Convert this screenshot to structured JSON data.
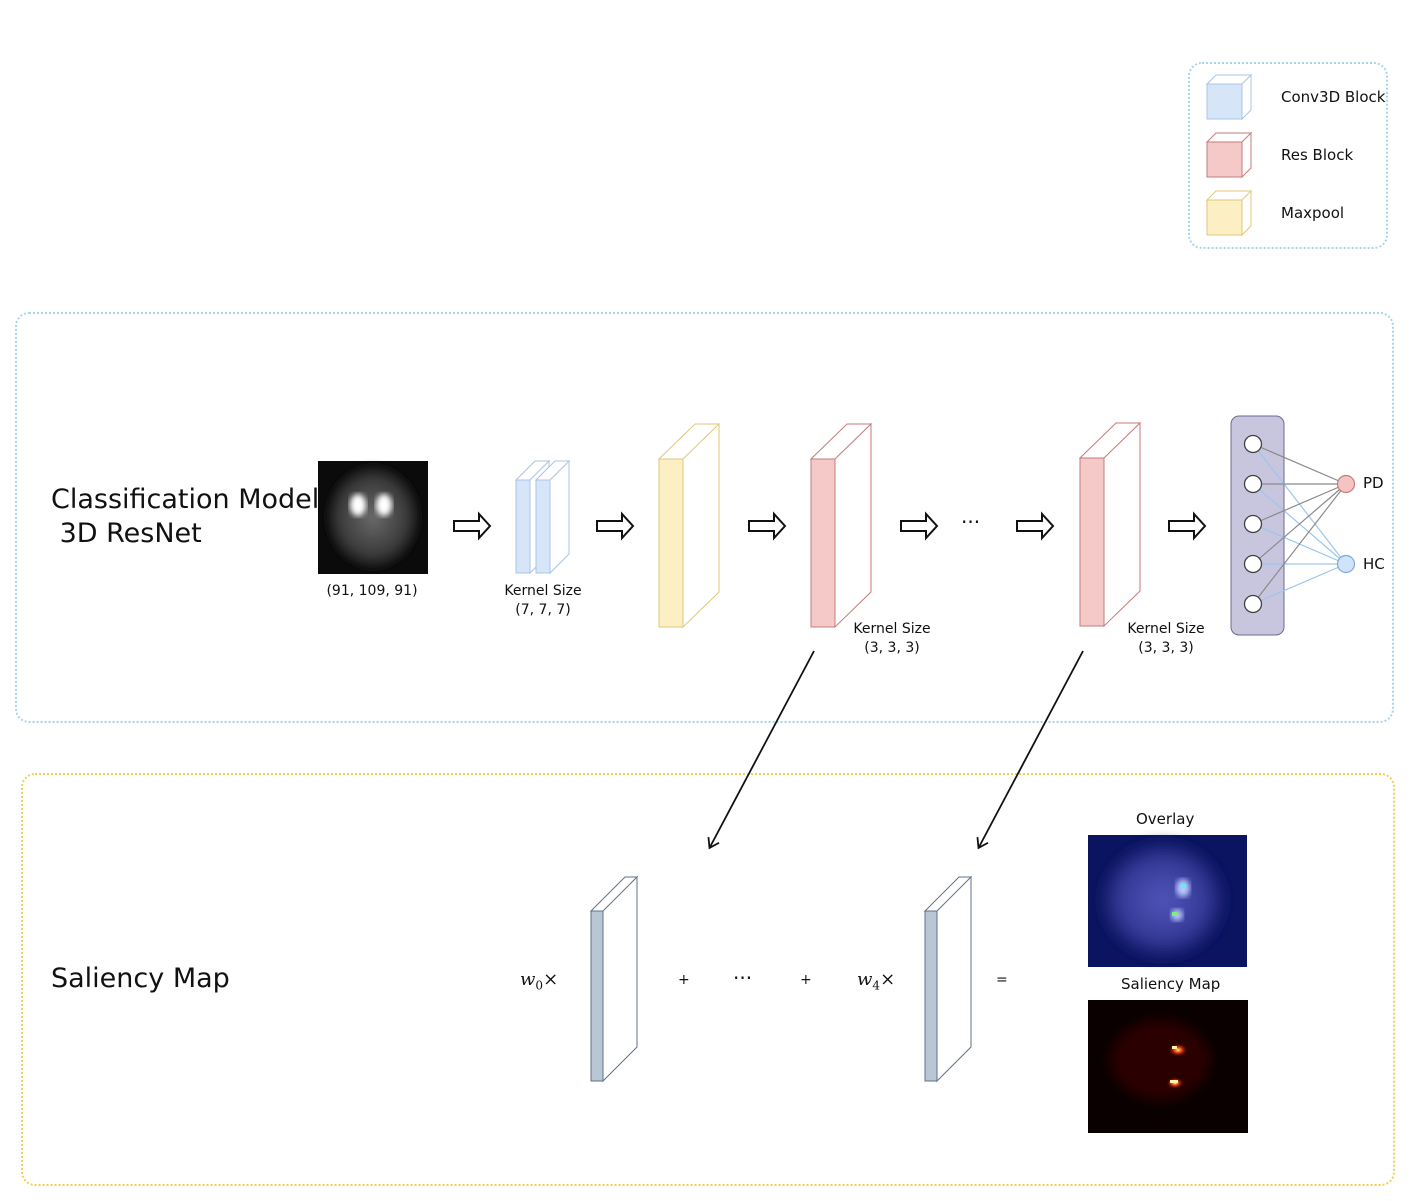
{
  "legend": {
    "items": [
      {
        "label": "Conv3D Block",
        "color": "#d6e6f8",
        "stroke": "#a9c4e6"
      },
      {
        "label": "Res Block",
        "color": "#f6c9c9",
        "stroke": "#c57b7b"
      },
      {
        "label": "Maxpool",
        "color": "#fcefc4",
        "stroke": "#e2c77a"
      }
    ]
  },
  "model": {
    "title": "Classification Model\n 3D ResNet",
    "input_shape": "(91, 109, 91)",
    "conv_kernel_label": "Kernel Size",
    "conv_kernel_value": "(7, 7, 7)",
    "res1_kernel_label": "Kernel Size",
    "res1_kernel_value": "(3, 3, 3)",
    "res2_kernel_label": "Kernel Size",
    "res2_kernel_value": "(3, 3, 3)",
    "ellipsis": "···",
    "outputs": [
      {
        "label": "PD",
        "color": "#f6c3c3"
      },
      {
        "label": "HC",
        "color": "#cfe4f8"
      }
    ]
  },
  "saliency": {
    "title": "Saliency Map",
    "w0": "w",
    "w0_sub": "0",
    "w4": "w",
    "w4_sub": "4",
    "times": "×",
    "plus": "+",
    "ellipsis": "···",
    "equals": "=",
    "overlay_label": "Overlay",
    "saliency_label": "Saliency Map"
  },
  "colors": {
    "feature_map_front": "#b9c6d3",
    "feature_map_stroke": "#5f7288",
    "nn_panel": "#c8c6df",
    "nn_panel_stroke": "#6d6a8f",
    "nn_edge_gray": "#8a8a8a",
    "nn_edge_blue": "#9cc6ec"
  }
}
